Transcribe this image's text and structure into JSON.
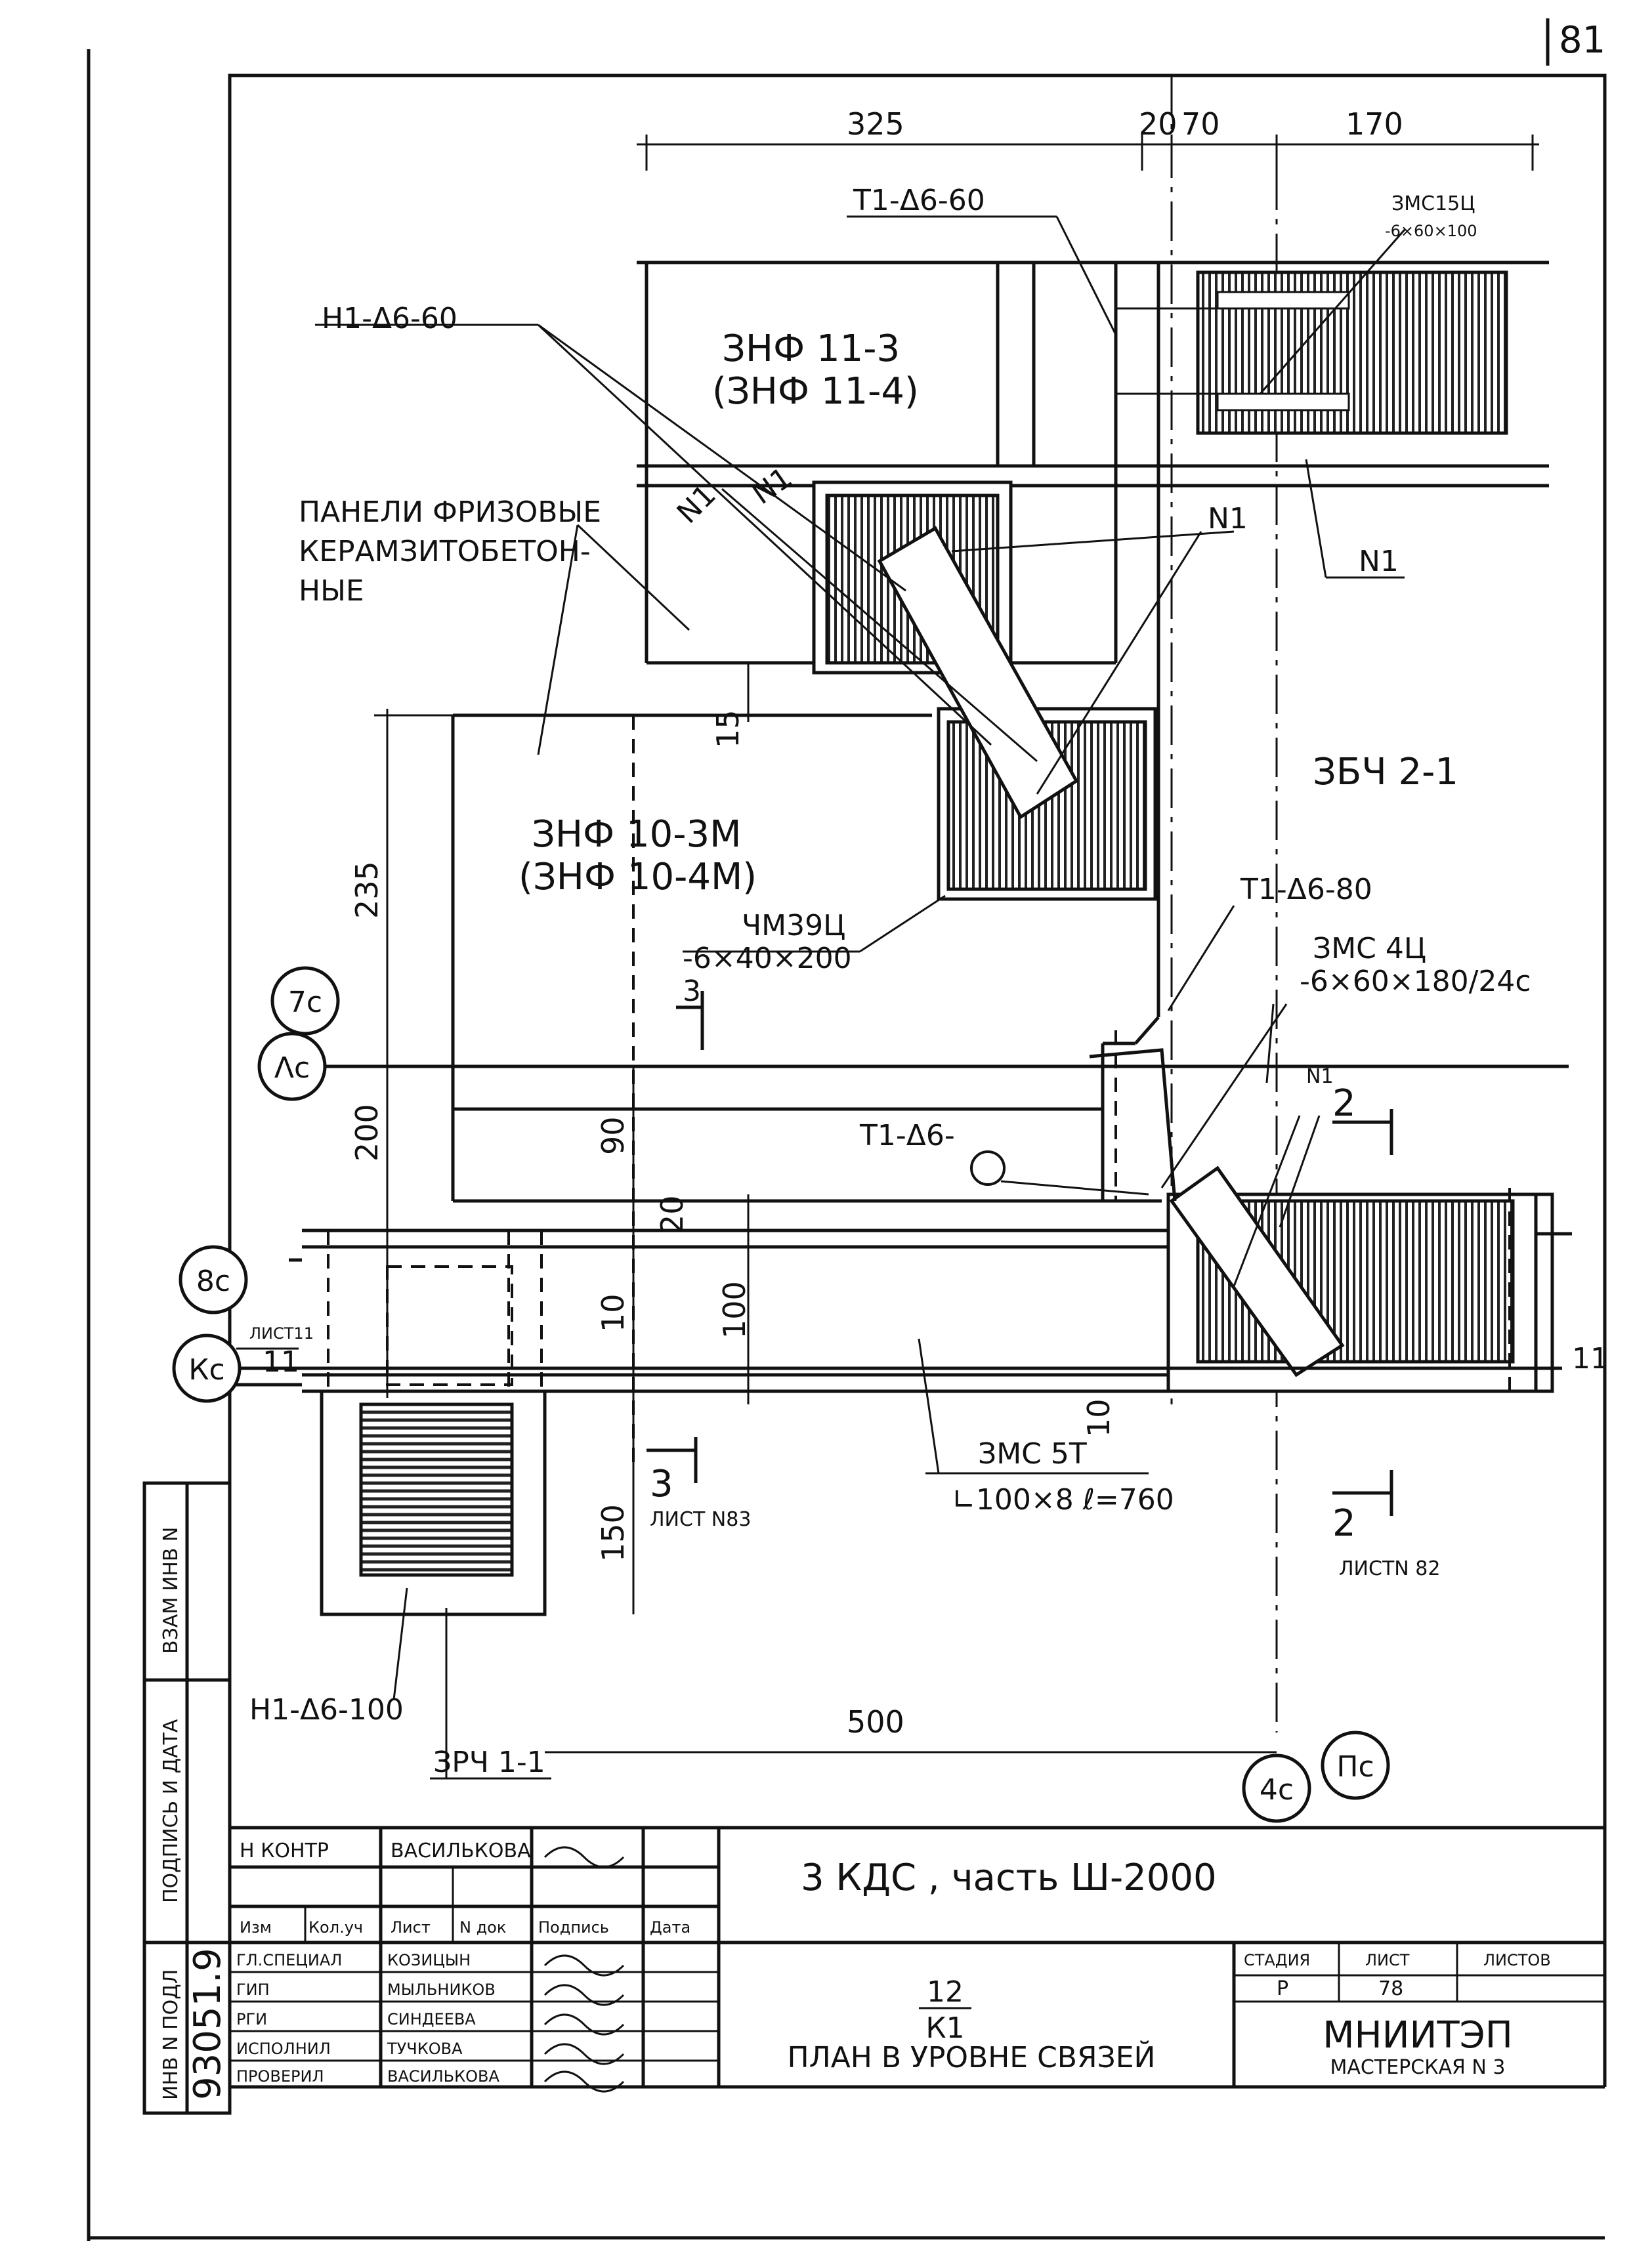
{
  "page_number": "81",
  "dimensions": {
    "top": [
      "325",
      "20",
      "70",
      "170"
    ],
    "d15": "15",
    "d235": "235",
    "d200": "200",
    "d90": "90",
    "d20": "20",
    "d10": "10",
    "d100": "100",
    "d150": "150",
    "d10b": "10",
    "d500": "500"
  },
  "labels": {
    "t1_d6_60": "Т1-Δ6-60",
    "zmc15": "ЗМС15Ц",
    "zmc15_size": "-6×60×100",
    "n1_d6_60": "Н1-Δ6-60",
    "znf11_3": "ЗНФ 11-3",
    "znf11_4": "(ЗНФ 11-4)",
    "panels_1": "ПАНЕЛИ ФРИЗОВЫЕ",
    "panels_2": "КЕРАМЗИТОБЕТОН-",
    "panels_3": "НЫЕ",
    "n1_a": "N1",
    "n1_b": "N1",
    "n1_c": "N1",
    "n1_d": "N1",
    "n1_e": "N1",
    "zbch": "ЗБЧ 2-1",
    "znf10_3": "ЗНФ  10-3М",
    "znf10_4": "(ЗНФ  10-4М)",
    "mm39": "ЧМ39Ц",
    "mm39_size": "-6×40×200",
    "t1_d6_80": "Т1-Δ6-80",
    "zmc4": "ЗМС 4Ц",
    "zmc4_size": "-6×60×180/24с",
    "t1_d6": "Т1-Δ6-",
    "sec3": "3",
    "sec2": "2",
    "sec3b": "3",
    "sheet83": "ЛИСТ N83",
    "sec2b": "2",
    "sheet82": "ЛИСТN 82",
    "zmc57": "ЗМС 5Т",
    "zmc57_size": "∟100×8  ℓ=760",
    "list11": "ЛИСТ11",
    "list11b": "11",
    "eleven": "11",
    "n1_d6_100": "Н1-Δ6-100",
    "zrch": "ЗРЧ 1-1"
  },
  "axes": [
    "7с",
    "Λс",
    "8с",
    "Кс",
    "4с",
    "Пс"
  ],
  "side_stamp": {
    "vzam": "ВЗАМ ИНВ N",
    "podpis": "ПОДПИСЬ И ДАТА",
    "inv": "ИНВ N ПОДЛ",
    "inv_value": "93051.9"
  },
  "title_block": {
    "n_kontr": "Н КОНТР",
    "n_kontr_name": "ВАСИЛЬКОВА",
    "hdr": [
      "Изм",
      "Кол.уч",
      "Лист",
      "N док",
      "Подпись",
      "Дата"
    ],
    "rows": [
      {
        "role": "ГЛ.СПЕЦИАЛ",
        "name": "КОЗИЦЫН"
      },
      {
        "role": "ГИП",
        "name": "МЫЛЬНИКОВ"
      },
      {
        "role": "РГИ",
        "name": "СИНДЕЕВА"
      },
      {
        "role": "ИСПОЛНИЛ",
        "name": "ТУЧКОВА"
      },
      {
        "role": "ПРОВЕРИЛ",
        "name": "ВАСИЛЬКОВА"
      }
    ],
    "project": "3 КДС , часть Ш-2000",
    "drawing_no": "12",
    "drawing_sub": "К1",
    "drawing_title": "ПЛАН В УРОВНЕ СВЯЗЕЙ",
    "stage_h": "СТАДИЯ",
    "sheet_h": "ЛИСТ",
    "sheets_h": "ЛИСТОВ",
    "stage": "Р",
    "sheet": "78",
    "org": "МНИИТЭП",
    "workshop": "МАСТЕРСКАЯ N 3"
  }
}
